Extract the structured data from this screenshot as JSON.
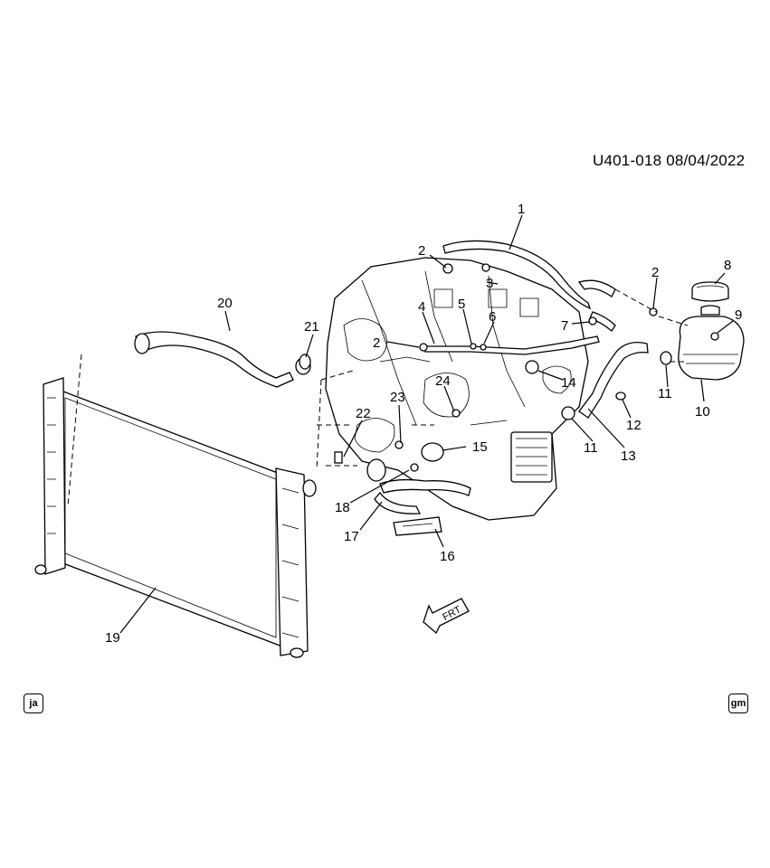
{
  "header": {
    "doc_id": "U401-018  08/04/2022"
  },
  "callouts": [
    "1",
    "2",
    "2",
    "2",
    "3",
    "4",
    "5",
    "6",
    "7",
    "8",
    "9",
    "10",
    "11",
    "11",
    "12",
    "13",
    "14",
    "15",
    "16",
    "17",
    "18",
    "19",
    "20",
    "21",
    "22",
    "23",
    "24"
  ],
  "direction": {
    "label": "FRT"
  },
  "badges": {
    "left": "ja",
    "right": "gm"
  }
}
